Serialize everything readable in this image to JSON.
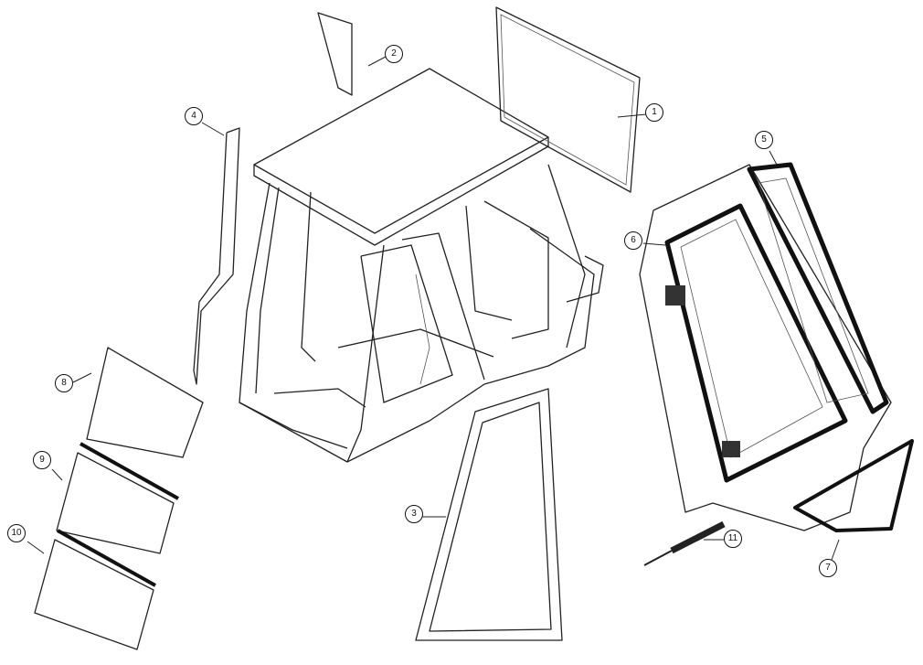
{
  "diagram": {
    "type": "exploded parts view - cab glass and frame",
    "callouts": [
      {
        "id": "1",
        "label": "1"
      },
      {
        "id": "2",
        "label": "2"
      },
      {
        "id": "3",
        "label": "3"
      },
      {
        "id": "4",
        "label": "4"
      },
      {
        "id": "5",
        "label": "5"
      },
      {
        "id": "6",
        "label": "6"
      },
      {
        "id": "7",
        "label": "7"
      },
      {
        "id": "8",
        "label": "8"
      },
      {
        "id": "9",
        "label": "9"
      },
      {
        "id": "10",
        "label": "10"
      },
      {
        "id": "11",
        "label": "11"
      }
    ]
  }
}
